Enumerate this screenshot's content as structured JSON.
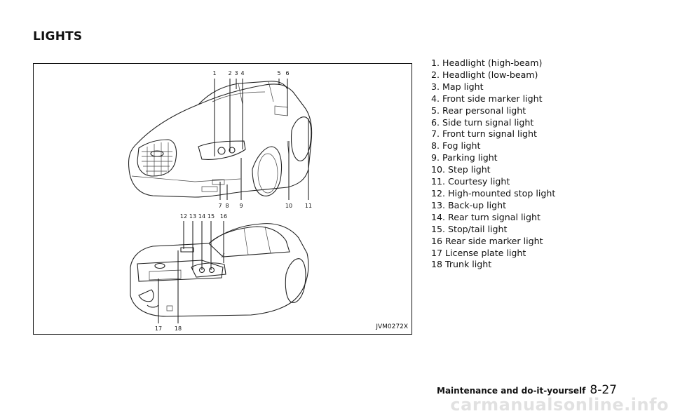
{
  "page": {
    "heading": "LIGHTS",
    "figure_code": "JVM0272X",
    "footer_section": "Maintenance and do-it-yourself",
    "footer_page": "8-27",
    "watermark": "carmanualsonline.info"
  },
  "callouts_front": [
    "1",
    "2",
    "3",
    "4",
    "5",
    "6",
    "7",
    "8",
    "9",
    "10",
    "11"
  ],
  "callouts_rear": [
    "12",
    "13",
    "14",
    "15",
    "16",
    "17",
    "18"
  ],
  "legend": [
    "1.  Headlight (high-beam)",
    "2.  Headlight (low-beam)",
    "3.  Map light",
    "4.  Front side marker light",
    "5.  Rear personal light",
    "6.  Side turn signal light",
    "7.  Front turn signal light",
    "8.  Fog light",
    "9.  Parking light",
    "10. Step light",
    "11. Courtesy light",
    "12. High-mounted stop light",
    "13. Back-up light",
    "14. Rear turn signal light",
    "15. Stop/tail light",
    "16  Rear side marker light",
    "17  License plate light",
    "18  Trunk light"
  ]
}
